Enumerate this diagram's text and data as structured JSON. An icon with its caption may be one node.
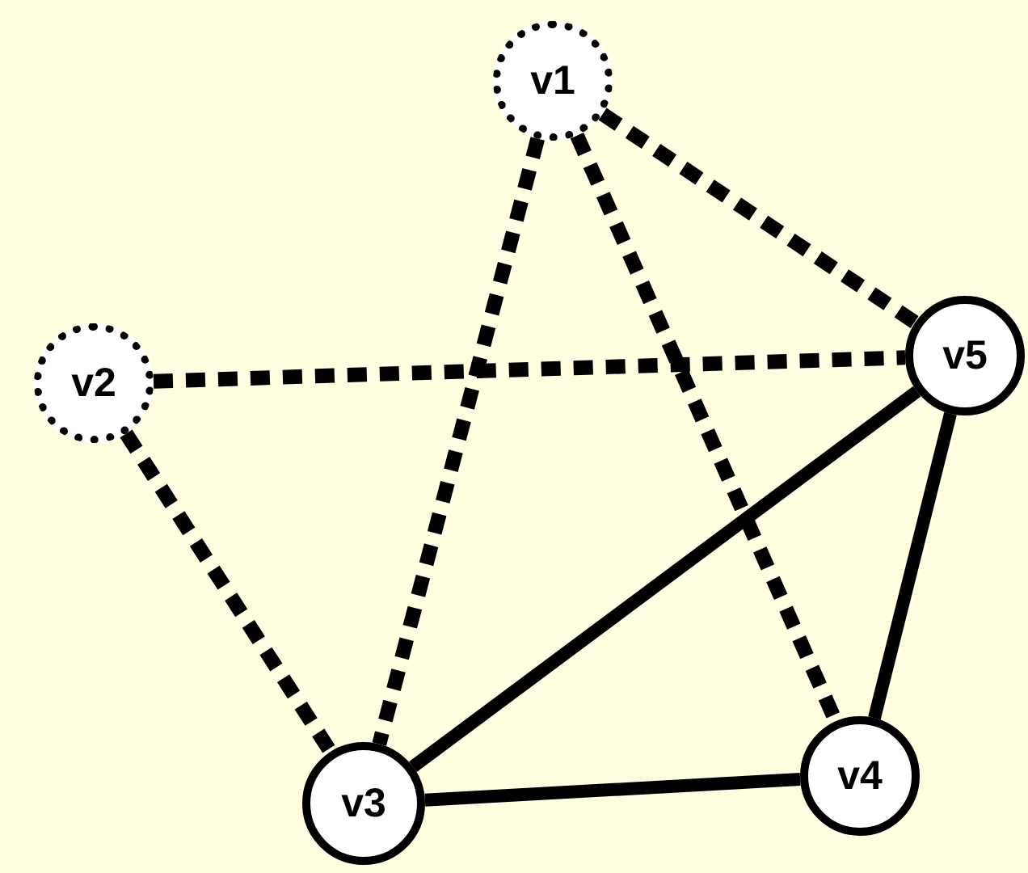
{
  "diagram": {
    "nodes": [
      {
        "text": [
          "v1"
        ]
      },
      {
        "text": [
          "v2"
        ]
      },
      {
        "text": [
          "v3"
        ]
      },
      {
        "text": [
          "v4"
        ]
      },
      {
        "text": [
          "v5"
        ]
      }
    ],
    "edges": [
      {
        "from": 0,
        "to": 2,
        "arrow": "none",
        "style": "dashed"
      },
      {
        "from": 0,
        "to": 3,
        "arrow": "none",
        "style": "dashed"
      },
      {
        "from": 0,
        "to": 4,
        "arrow": "none",
        "style": "dashed"
      },
      {
        "from": 1,
        "to": 4,
        "arrow": "none",
        "style": "dashed"
      },
      {
        "from": 1,
        "to": 2,
        "arrow": "none",
        "style": "dashed"
      },
      {
        "from": 2,
        "to": 4,
        "arrow": "none"
      },
      {
        "from": 2,
        "to": 3,
        "arrow": "none"
      },
      {
        "from": 3,
        "to": 4,
        "arrow": "none"
      }
    ]
  }
}
